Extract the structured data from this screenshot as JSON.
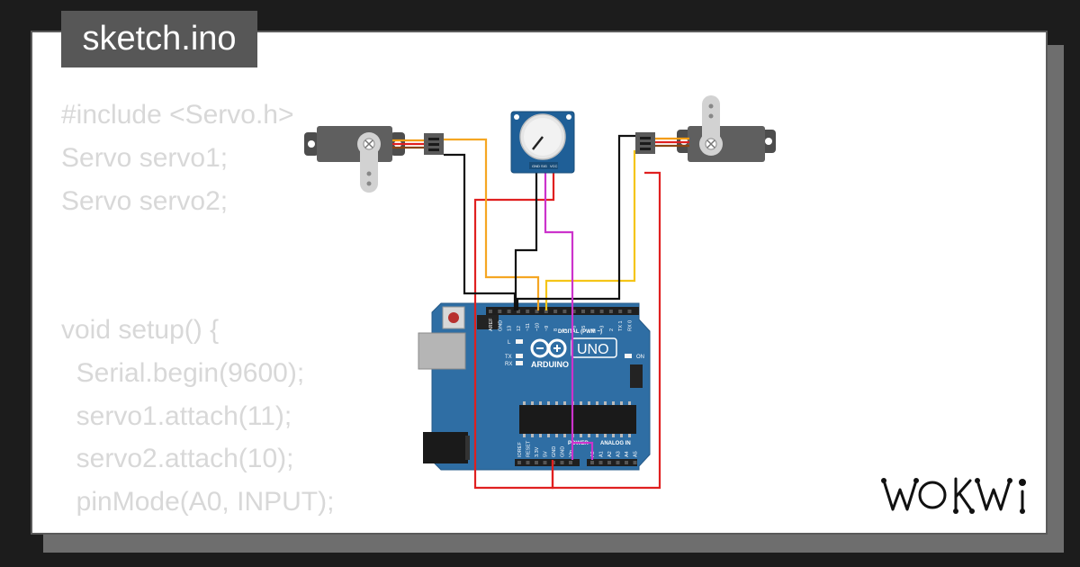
{
  "file": {
    "name": "sketch.ino"
  },
  "code_lines": [
    "#include <Servo.h>",
    "Servo servo1;",
    "Servo servo2;",
    "",
    "",
    "void setup() {",
    "  Serial.begin(9600);",
    "  servo1.attach(11);",
    "  servo2.attach(10);",
    "  pinMode(A0, INPUT);"
  ],
  "board": {
    "brand": "ARDUINO",
    "model": "UNO",
    "labels": {
      "digital": "DIGITAL (PWM ~)",
      "power": "POWER",
      "analog": "ANALOG IN",
      "on": "ON",
      "l": "L",
      "tx": "TX",
      "rx": "RX"
    },
    "top_pins": [
      "AREF",
      "GND",
      "13",
      "12",
      "~11",
      "~10",
      "~9",
      "8",
      "7",
      "~6",
      "~5",
      "4",
      "~3",
      "2",
      "TX 1",
      "RX 0"
    ],
    "power_pins": [
      "IOREF",
      "RESET",
      "3.3V",
      "5V",
      "GND",
      "GND",
      "Vin"
    ],
    "analog_pins": [
      "A0",
      "A1",
      "A2",
      "A3",
      "A4",
      "A5"
    ]
  },
  "potentiometer": {
    "pins": [
      "GND",
      "SIG",
      "VCC"
    ]
  },
  "brand": {
    "logo": "WOKWi"
  },
  "colors": {
    "board": "#2f6ea4",
    "servo_body": "#5f5f5f",
    "pot_pcb": "#1f5f97",
    "wire_red": "#e02020",
    "wire_black": "#111111",
    "wire_orange": "#f39c12",
    "wire_yellow": "#f5c518",
    "wire_magenta": "#cc33cc"
  }
}
